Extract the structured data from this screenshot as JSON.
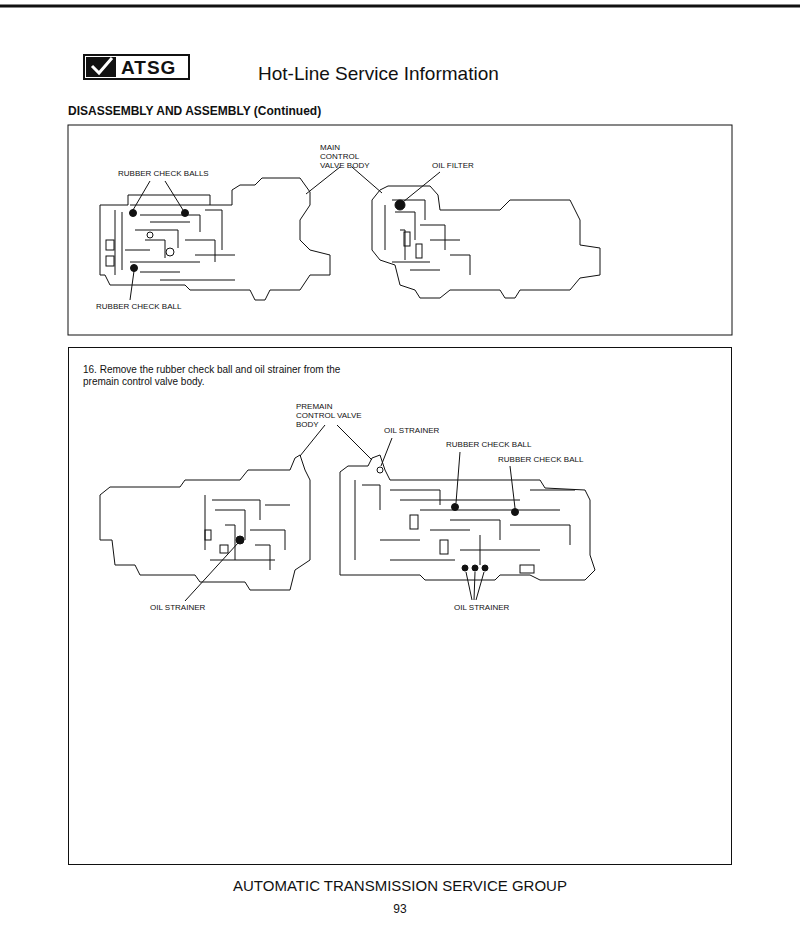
{
  "diagram": {
    "title": "Hot-Line Service Information",
    "nodes": [
      {
        "text": [
          "ATSG"
        ]
      },
      {
        "text": [
          "16. Remove the rubber check ball and oil strainer from the premain control valve body."
        ]
      }
    ],
    "labels": [
      "DISASSEMBLY AND ASSEMBLY (Continued)",
      "MAIN CONTROL VALVE BODY",
      "OIL FILTER",
      "RUBBER CHECK BALLS",
      "RUBBER CHECK BALL",
      "PREMAIN CONTROL VALVE BODY",
      "OIL STRAINER",
      "RUBBER CHECK BALL",
      "RUBBER CHECK BALL",
      "OIL STRAINER",
      "OIL STRAINER",
      "AUTOMATIC TRANSMISSION SERVICE GROUP",
      "93"
    ]
  }
}
